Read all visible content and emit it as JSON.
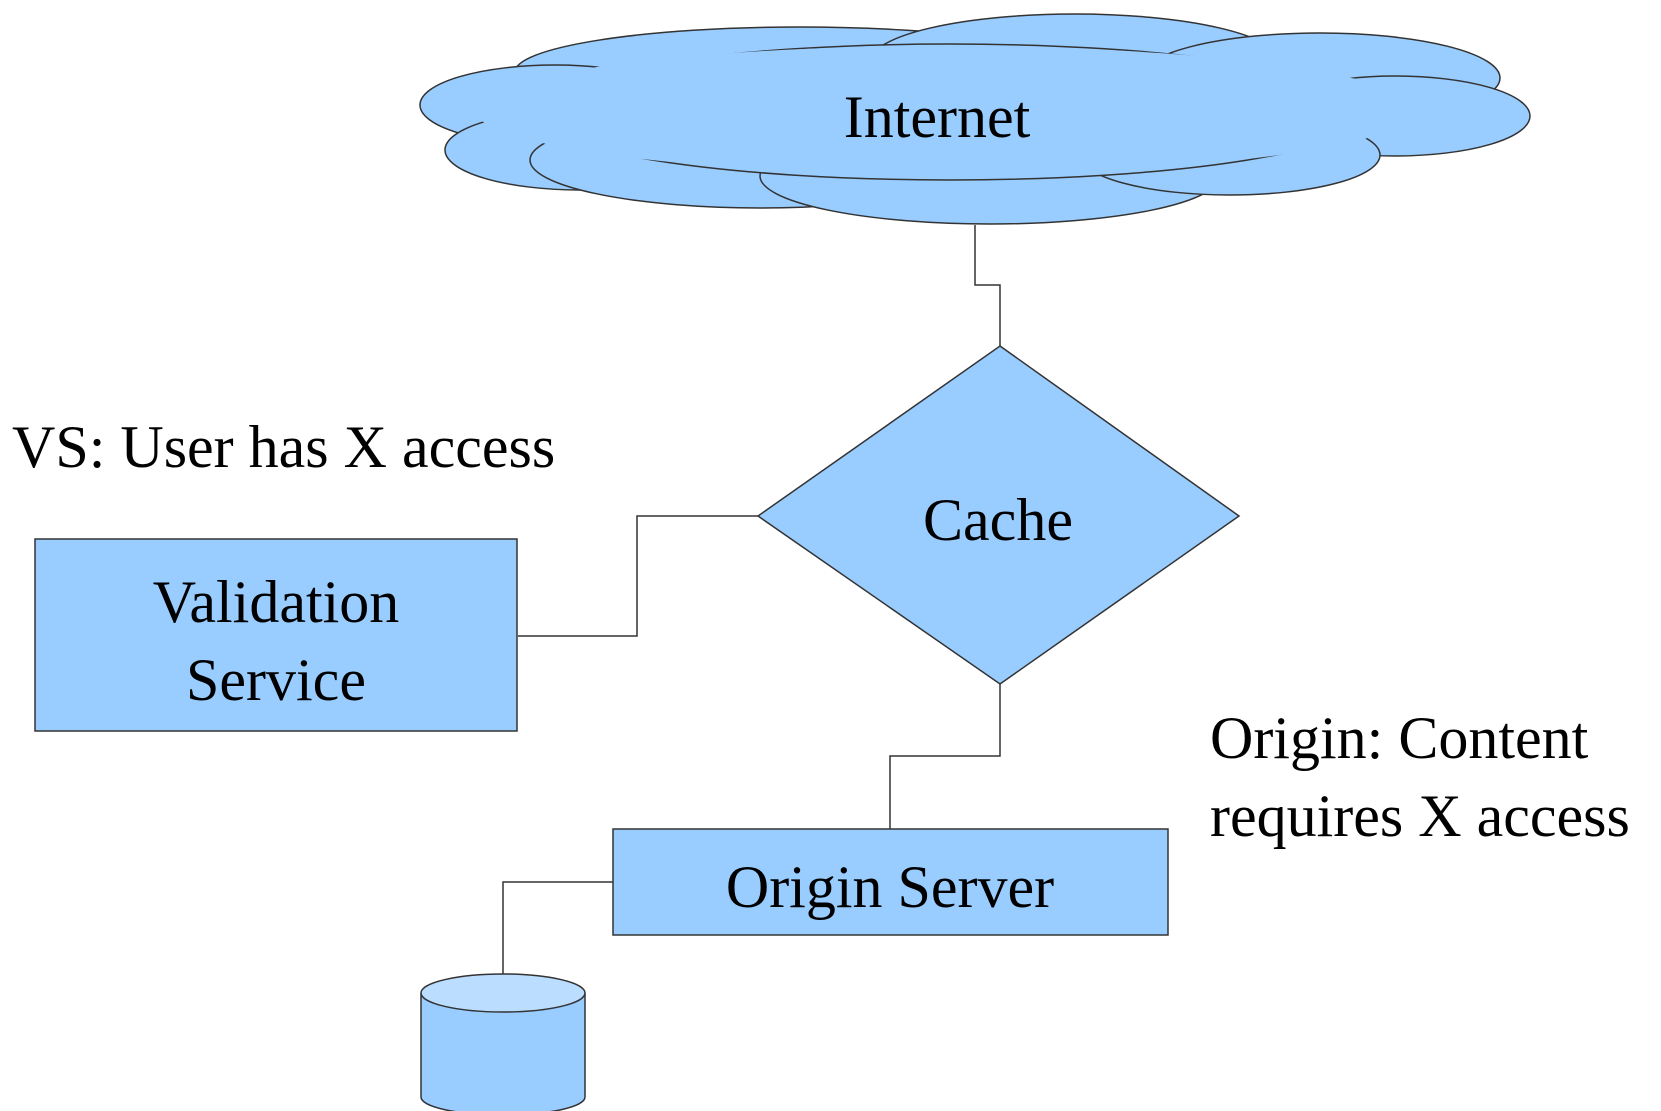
{
  "colors": {
    "node_fill": "#99ccff",
    "cylinder_top": "#bbddff",
    "outline": "#333333",
    "text": "#000000"
  },
  "nodes": {
    "internet": {
      "label": "Internet",
      "shape": "cloud"
    },
    "cache": {
      "label": "Cache",
      "shape": "diamond"
    },
    "validation_service": {
      "label_line1": "Validation",
      "label_line2": "Service",
      "shape": "rectangle"
    },
    "origin_server": {
      "label": "Origin Server",
      "shape": "rectangle"
    },
    "storage": {
      "shape": "cylinder"
    }
  },
  "annotations": {
    "vs_note": "VS: User has X access",
    "origin_note_line1": "Origin: Content",
    "origin_note_line2": "requires X access"
  }
}
